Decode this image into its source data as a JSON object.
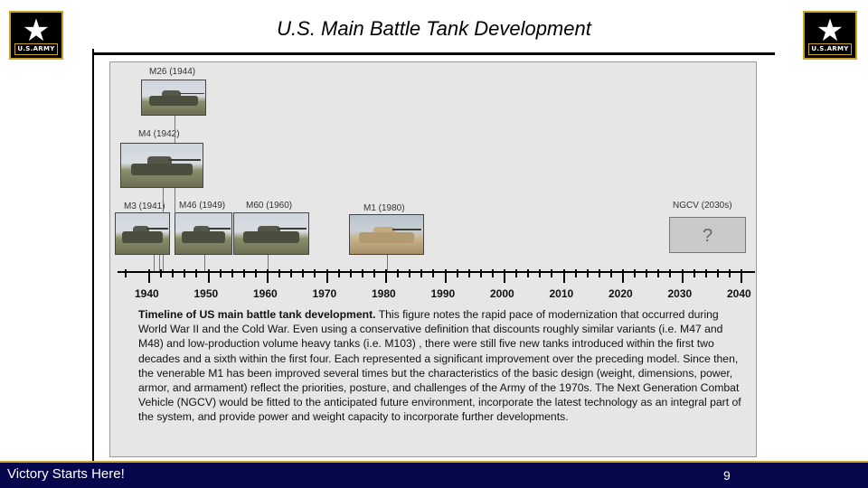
{
  "header": {
    "title": "U.S. Main Battle Tank Development",
    "logo_text": "U.S.ARMY"
  },
  "timeline": {
    "tanks": [
      {
        "label": "M26 (1944)"
      },
      {
        "label": "M4 (1942)"
      },
      {
        "label": "M3 (1941)"
      },
      {
        "label": "M46 (1949)"
      },
      {
        "label": "M60 (1960)"
      },
      {
        "label": "M1 (1980)"
      },
      {
        "label": "NGCV (2030s)"
      }
    ],
    "ngcv_placeholder": "?",
    "years": [
      "1940",
      "1950",
      "1960",
      "1970",
      "1980",
      "1990",
      "2000",
      "2010",
      "2020",
      "2030",
      "2040"
    ]
  },
  "caption": {
    "lead": "Timeline of US main battle tank development.",
    "body": " This figure notes the rapid pace of modernization that occurred during World War II and the Cold War. Even using a conservative definition that discounts roughly similar variants (i.e. M47 and M48) and low-production volume heavy tanks (i.e. M103) , there were still five new tanks introduced within the first two decades and a sixth within the first four. Each represented a significant improvement over the preceding model. Since then, the venerable M1 has been improved several times but the characteristics of the basic design (weight, dimensions, power, armor, and armament) reflect the priorities, posture, and challenges of the Army of the 1970s. The Next Generation Combat Vehicle (NGCV) would be fitted to the anticipated future environment, incorporate the latest technology as an integral part of the system, and provide power and weight capacity to incorporate further developments."
  },
  "footer": {
    "motto": "Victory Starts Here!",
    "page_number": "9"
  },
  "colors": {
    "footer_bg": "#06064d",
    "accent_gold": "#c9a227"
  }
}
